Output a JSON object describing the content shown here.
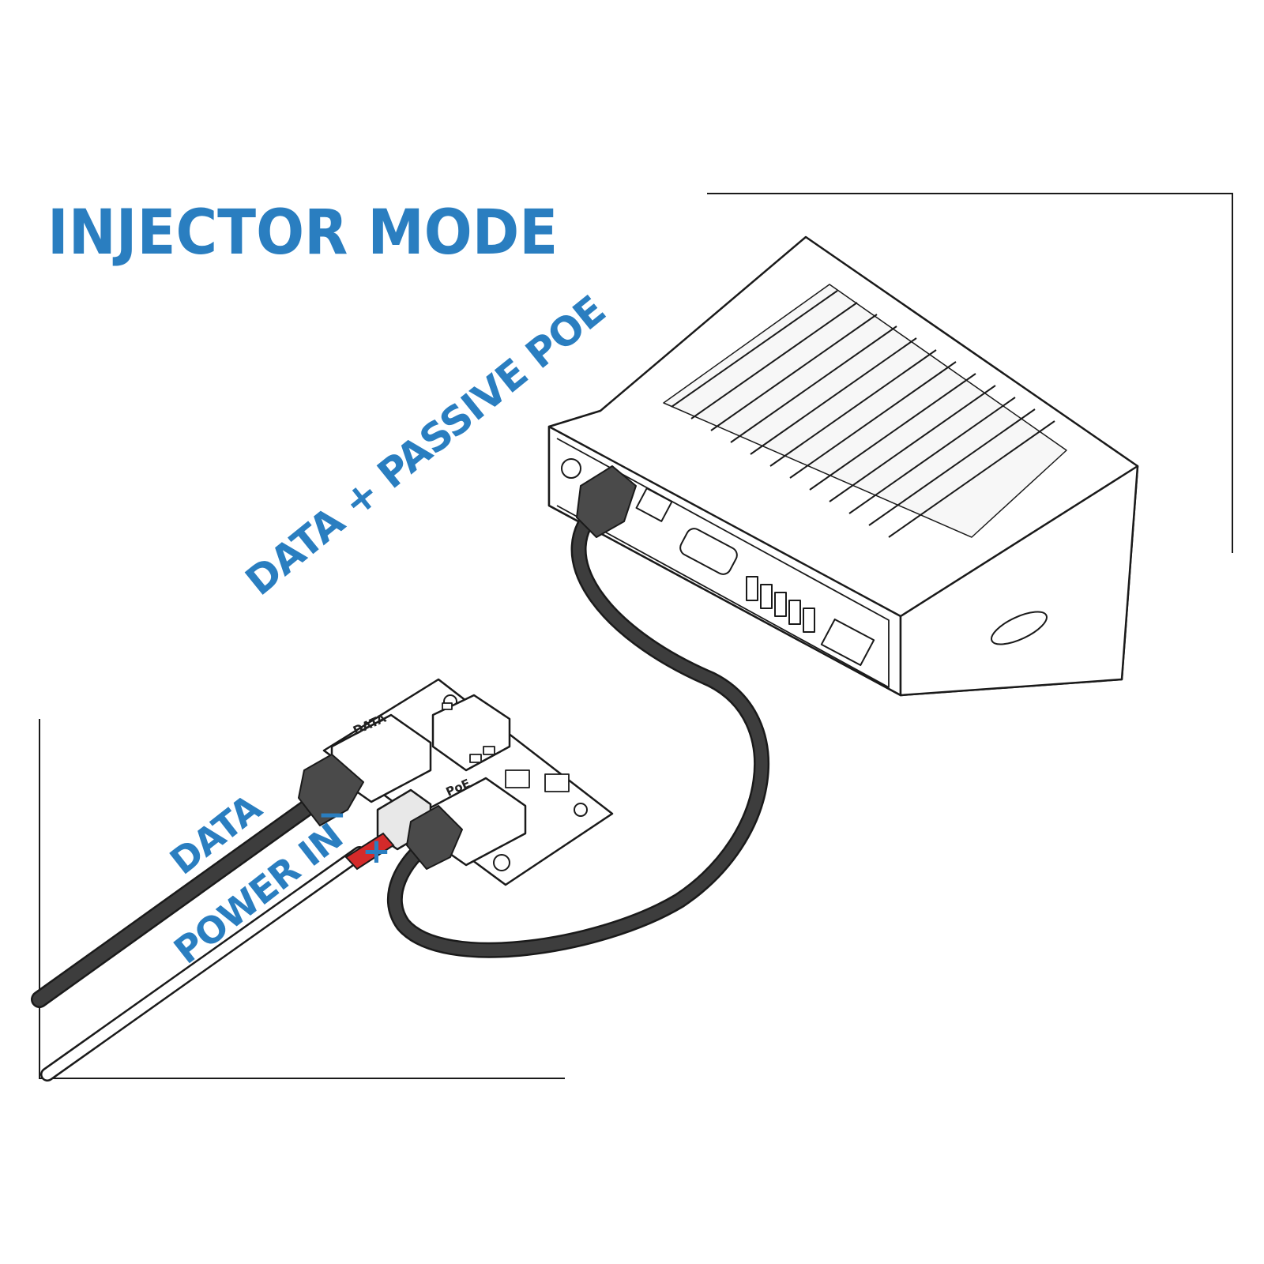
{
  "title": "INJECTOR MODE",
  "labels": {
    "poe_cable": "DATA + PASSIVE POE",
    "data_cable": "DATA",
    "power_in": "POWER IN",
    "minus": "−",
    "plus": "+"
  },
  "board_ports": {
    "data": "DATA",
    "poe": "PoE"
  },
  "colors": {
    "label_blue": "#2a7ec0",
    "cable_dark": "#3d3d3d",
    "ferrule_red": "#d42a2a",
    "line_black": "#1a1a1a"
  }
}
